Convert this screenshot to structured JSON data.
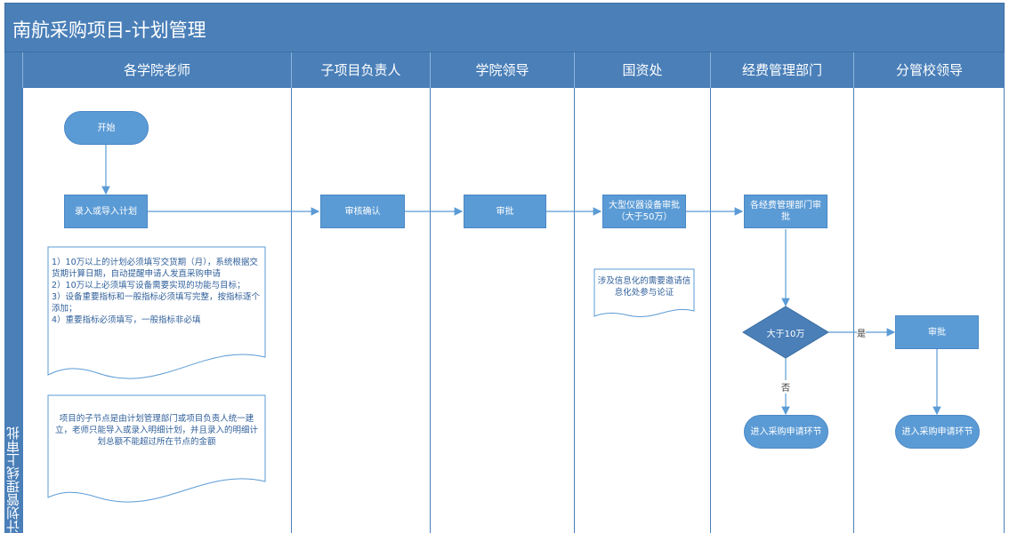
{
  "title": "南航采购项目-计划管理",
  "side_label": "计划管理线上审批",
  "lanes": [
    "各学院老师",
    "子项目负责人",
    "学院领导",
    "国资处",
    "经费管理部门",
    "分管校领导"
  ],
  "nodes": {
    "start": "开始",
    "enter_plan": "录入或导入计划",
    "review_confirm": "审核确认",
    "college_approve": "审批",
    "asset_approve": "大型仪器设备审批（大于50万）",
    "funding_approve": "各经费管理部门审批",
    "decision": "大于10万",
    "leader_approve": "审批",
    "end_no": "进入采购申请环节",
    "end_yes": "进入采购申请环节"
  },
  "edge_labels": {
    "yes": "是",
    "no": "否"
  },
  "notes": {
    "teacher_requirements": [
      "1）10万以上的计划必须填写交货期（月），系统根据交货期计算日期，自动提醒申请人发直采购申请",
      "2）10万以上必须填写设备需要实现的功能与目标；",
      "3）设备重要指标和一般指标必须填写完整，按指标逐个添加；",
      "4）重要指标必须填写，一般指标非必填"
    ],
    "child_node": "项目的子节点是由计划管理部门或项目负责人统一建立，老师只能导入或录入明细计划，并且录入的明细计划总额不能超过所在节点的金额",
    "info_demo": "涉及信息化的需要邀请信息化处参与论证"
  },
  "colors": {
    "accent": "#4a7fb8",
    "node": "#5b9bd5"
  }
}
